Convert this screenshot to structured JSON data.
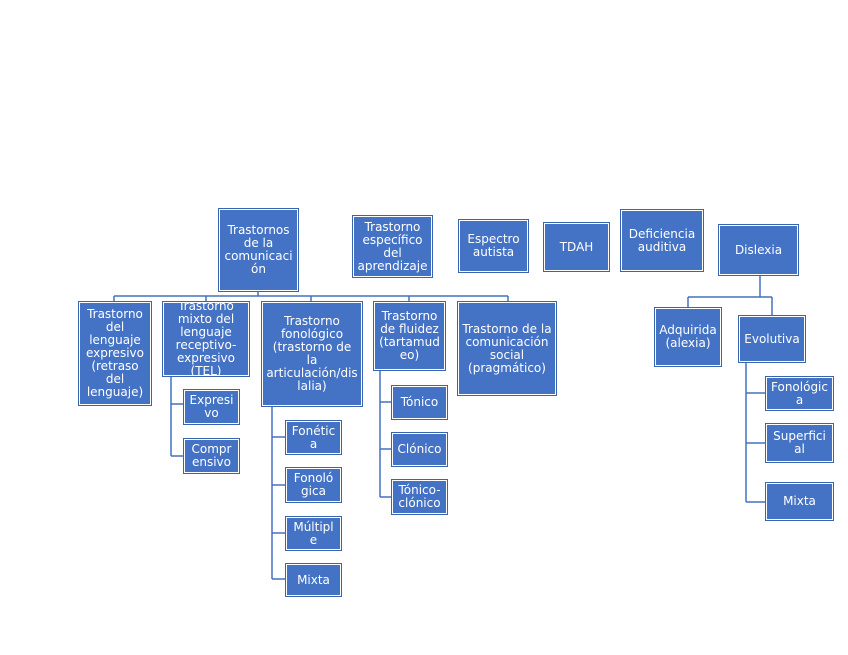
{
  "colors": {
    "node_fill": "#4472c4",
    "node_text": "#ffffff",
    "connector": "#4472c4"
  },
  "nodes": {
    "trastornos_comunicacion": "Trastornos de la comunicación",
    "especifico_aprendizaje": "Trastorno específico del aprendizaje",
    "espectro_autista": "Espectro autista",
    "tdah": "TDAH",
    "deficiencia_auditiva": "Deficiencia auditiva",
    "dislexia": "Dislexia",
    "lenguaje_expresivo": "Trastorno del lenguaje expresivo (retraso del lenguaje)",
    "mixto_receptivo": "Trastorno mixto del lenguaje receptivo-expresivo (TEL)",
    "expresivo": "Expresivo",
    "comprensivo": "Comprensivo",
    "fonologico": "Trastorno fonológico (trastorno de la articulación/dislalia)",
    "fonetica": "Fonética",
    "fonologica_1": "Fonológica",
    "multiple": "Múltiple",
    "mixta_1": "Mixta",
    "fluidez": "Trastorno de fluidez (tartamudeo)",
    "tonico": "Tónico",
    "clonico": "Clónico",
    "tonico_clonico": "Tónico-clónico",
    "comunicacion_social": "Trastorno de la comunicación social (pragmático)",
    "adquirida": "Adquirida (alexia)",
    "evolutiva": "Evolutiva",
    "fonologica_2": "Fonológica",
    "superficial": "Superficial",
    "mixta_2": "Mixta"
  }
}
